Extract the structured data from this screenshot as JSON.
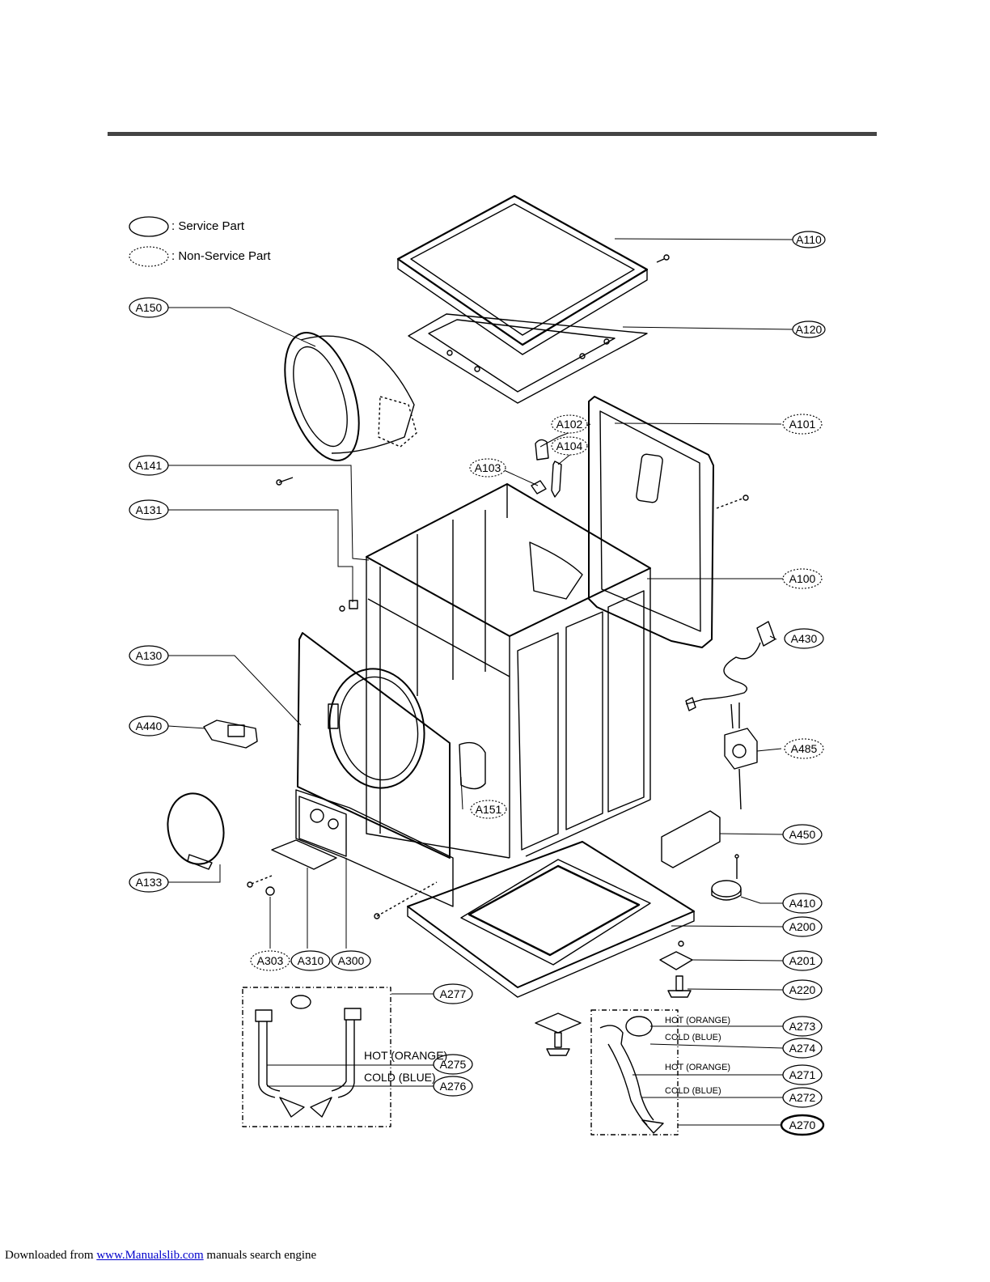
{
  "legend": {
    "service": ": Service Part",
    "non_service": ": Non-Service Part"
  },
  "parts": {
    "A110": "A110",
    "A120": "A120",
    "A150": "A150",
    "A102": "A102",
    "A104": "A104",
    "A101": "A101",
    "A103": "A103",
    "A141": "A141",
    "A131": "A131",
    "A100": "A100",
    "A430": "A430",
    "A130": "A130",
    "A440": "A440",
    "A485": "A485",
    "A151": "A151",
    "A450": "A450",
    "A133": "A133",
    "A410": "A410",
    "A200": "A200",
    "A303": "A303",
    "A310": "A310",
    "A300": "A300",
    "A201": "A201",
    "A220": "A220",
    "A277": "A277",
    "A275": "A275",
    "A276": "A276",
    "A273": "A273",
    "A274": "A274",
    "A271": "A271",
    "A272": "A272",
    "A270": "A270"
  },
  "hose_labels": {
    "left_hot": "HOT (ORANGE)",
    "left_cold": "COLD (BLUE)",
    "r_hot_1": "HOT (ORANGE)",
    "r_cold_1": "COLD (BLUE)",
    "r_hot_2": "HOT (ORANGE)",
    "r_cold_2": "COLD (BLUE)"
  },
  "footer": {
    "prefix": "Downloaded from ",
    "link": "www.Manualslib.com",
    "suffix": " manuals search engine"
  }
}
